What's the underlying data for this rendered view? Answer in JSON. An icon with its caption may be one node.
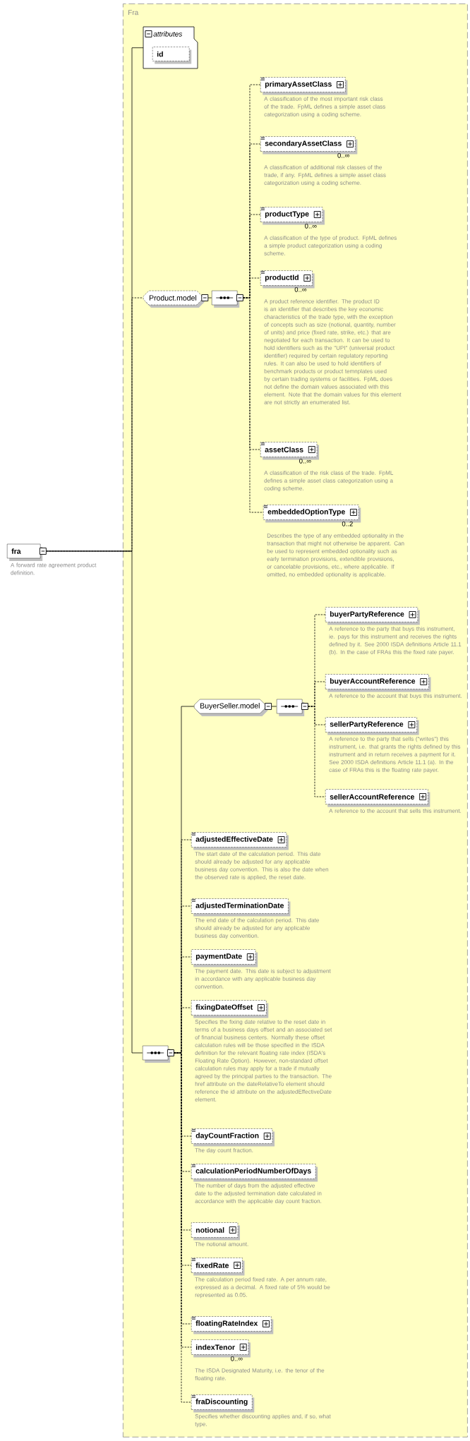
{
  "diagram": {
    "nodes": [
      {
        "text": [
          "Fra"
        ]
      },
      {
        "text": [
          "attributes"
        ],
        "in": 0
      },
      {
        "text": [
          "id"
        ],
        "in": 1
      },
      {
        "text": [
          "fra"
        ],
        "beside": [
          "A forward rate agreement product definition."
        ]
      },
      {
        "text": [
          "Product.model"
        ],
        "in": 0
      },
      {
        "text": [],
        "shape": "octagon",
        "in": 0
      },
      {
        "text": [
          "primaryAssetClass"
        ],
        "in": 0,
        "beside": [
          "A classification of the most important risk class of the trade. FpML defines a simple asset class categorization using a coding scheme."
        ]
      },
      {
        "text": [
          "secondaryAssetClass"
        ],
        "in": 0,
        "beside": [
          "0..∞",
          "A classification of additional risk classes of the trade, if any. FpML defines a simple asset class categorization using a coding scheme."
        ]
      },
      {
        "text": [
          "productType"
        ],
        "in": 0,
        "beside": [
          "0..∞",
          "A classification of the type of product. FpML defines a simple product categorization using a coding scheme."
        ]
      },
      {
        "text": [
          "productId"
        ],
        "in": 0,
        "beside": [
          "0..∞",
          "A product reference identifier. The product ID is an identifier that describes the key economic characteristics of the trade type, with the exception of concepts such as size (notional, quantity, number of units) and price (fixed rate, strike, etc.) that are negotiated for each transaction. It can be used to hold identifiers such as the \"UPI\" (universal product identifier) required by certain regulatory reporting rules. It can also be used to hold identifiers of benchmark products or product temnplates used by certain trading systems or facilities. FpML does not define the domain values associated with this element. Note that the domain values for this element are not strictly an enumerated list."
        ]
      },
      {
        "text": [
          "assetClass"
        ],
        "in": 0,
        "beside": [
          "0..∞",
          "A classification of the risk class of the trade. FpML defines a simple asset class categorization using a coding scheme."
        ]
      },
      {
        "text": [
          "embeddedOptionType"
        ],
        "in": 0,
        "beside": [
          "0..2",
          "Describes the type of any embedded optionality in the transaction that might not otherwise be apparent. Can be used to represent embedded optionality such as early termination provisions, extendible provisions, or cancelable provisions, etc., where applicable. If omitted, no embedded optionality is applicable."
        ]
      },
      {
        "text": [
          "BuyerSeller.model"
        ],
        "in": 0
      },
      {
        "text": [],
        "shape": "octagon",
        "in": 0
      },
      {
        "text": [
          "buyerPartyReference"
        ],
        "in": 0,
        "beside": [
          "A reference to the party that buys this instrument, ie. pays for this instrument and receives the rights defined by it. See 2000 ISDA definitions Article 11.1 (b). In the case of FRAs this the fixed rate payer."
        ]
      },
      {
        "text": [
          "buyerAccountReference"
        ],
        "in": 0,
        "beside": [
          "A reference to the account that buys this instrument."
        ]
      },
      {
        "text": [
          "sellerPartyReference"
        ],
        "in": 0,
        "beside": [
          "A reference to the party that sells (\"writes\") this instrument, i.e. that grants the rights defined by this instrument and in return receives a payment for it. See 2000 ISDA definitions Article 11.1 (a). In the case of FRAs this is the floating rate payer."
        ]
      },
      {
        "text": [
          "sellerAccountReference"
        ],
        "in": 0,
        "beside": [
          "A reference to the account that sells this instrument."
        ]
      },
      {
        "text": [],
        "shape": "octagon",
        "in": 0
      },
      {
        "text": [
          "adjustedEffectiveDate"
        ],
        "in": 0,
        "beside": [
          "The start date of the calculation period. This date should already be adjusted for any applicable business day convention. This is also the date when the observed rate is applied, the reset date."
        ]
      },
      {
        "text": [
          "adjustedTerminationDate"
        ],
        "in": 0,
        "beside": [
          "The end date of the calculation period. This date should already be adjusted for any applicable business day convention."
        ]
      },
      {
        "text": [
          "paymentDate"
        ],
        "in": 0,
        "beside": [
          "The payment date. This date is subject to adjustment in accordance with any applicable business day convention."
        ]
      },
      {
        "text": [
          "fixingDateOffset"
        ],
        "in": 0,
        "beside": [
          "Specifies the fixing date relative to the reset date in terms of a business days offset and an associated set of financial business centers. Normally these offset calculation rules will be those specified in the ISDA definition for the relevant floating rate index (ISDA's Floating Rate Option). However, non-standard offset calculation rules may apply for a trade if mutually agreed by the principal parties to the transaction. The href attribute on the dateRelativeTo element should reference the id attribute on the adjustedEffectiveDate element."
        ]
      },
      {
        "text": [
          "dayCountFraction"
        ],
        "in": 0,
        "beside": [
          "The day count fraction."
        ]
      },
      {
        "text": [
          "calculationPeriodNumberOfDays"
        ],
        "in": 0,
        "beside": [
          "The number of days from the adjusted effective date to the adjusted termination date calculated in accordance with the applicable day count fraction."
        ]
      },
      {
        "text": [
          "notional"
        ],
        "in": 0,
        "beside": [
          "The notional amount."
        ]
      },
      {
        "text": [
          "fixedRate"
        ],
        "in": 0,
        "beside": [
          "The calculation period fixed rate. A per annum rate, expressed as a decimal. A fixed rate of 5% would be represented as 0.05."
        ]
      },
      {
        "text": [
          "floatingRateIndex"
        ],
        "in": 0
      },
      {
        "text": [
          "indexTenor"
        ],
        "in": 0,
        "beside": [
          "0..∞",
          "The ISDA Designated Maturity, i.e. the tenor of the floating rate."
        ]
      },
      {
        "text": [
          "fraDiscounting"
        ],
        "in": 0,
        "beside": [
          "Specifies whether discounting applies and, if so, what type."
        ]
      }
    ],
    "edges": [
      {
        "from": 3,
        "to": 1,
        "arrow": "none"
      },
      {
        "from": 3,
        "to": 4,
        "arrow": "none",
        "style": "dashed"
      },
      {
        "from": 3,
        "to": 18,
        "arrow": "none"
      },
      {
        "from": 4,
        "to": 5,
        "arrow": "none"
      },
      {
        "from": 5,
        "to": 6,
        "arrow": "none",
        "style": "dashed"
      },
      {
        "from": 5,
        "to": 7,
        "arrow": "none",
        "style": "dashed"
      },
      {
        "from": 5,
        "to": 8,
        "arrow": "none",
        "style": "dashed"
      },
      {
        "from": 5,
        "to": 9,
        "arrow": "none",
        "style": "dashed"
      },
      {
        "from": 5,
        "to": 10,
        "arrow": "none",
        "style": "dashed"
      },
      {
        "from": 5,
        "to": 11,
        "arrow": "none",
        "style": "dashed"
      },
      {
        "from": 18,
        "to": 12,
        "arrow": "none"
      },
      {
        "from": 12,
        "to": 13,
        "arrow": "none"
      },
      {
        "from": 13,
        "to": 14,
        "arrow": "none",
        "style": "dashed"
      },
      {
        "from": 13,
        "to": 15,
        "arrow": "none",
        "style": "dashed"
      },
      {
        "from": 13,
        "to": 16,
        "arrow": "none",
        "style": "dashed"
      },
      {
        "from": 13,
        "to": 17,
        "arrow": "none",
        "style": "dashed"
      },
      {
        "from": 18,
        "to": 19,
        "arrow": "none",
        "style": "dashed"
      },
      {
        "from": 18,
        "to": 20,
        "arrow": "none",
        "style": "dashed"
      },
      {
        "from": 18,
        "to": 21,
        "arrow": "none",
        "style": "dashed"
      },
      {
        "from": 18,
        "to": 22,
        "arrow": "none",
        "style": "dashed"
      },
      {
        "from": 18,
        "to": 23,
        "arrow": "none",
        "style": "dashed"
      },
      {
        "from": 18,
        "to": 24,
        "arrow": "none",
        "style": "dashed"
      },
      {
        "from": 18,
        "to": 25,
        "arrow": "none",
        "style": "dashed"
      },
      {
        "from": 18,
        "to": 26,
        "arrow": "none",
        "style": "dashed"
      },
      {
        "from": 18,
        "to": 27,
        "arrow": "none",
        "style": "dashed"
      },
      {
        "from": 18,
        "to": 28,
        "arrow": "none",
        "style": "dashed"
      },
      {
        "from": 18,
        "to": 29,
        "arrow": "none",
        "style": "dashed"
      }
    ]
  }
}
